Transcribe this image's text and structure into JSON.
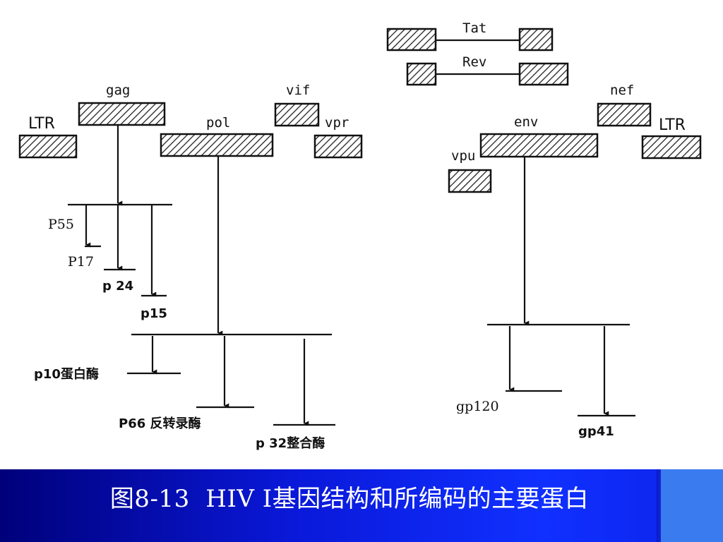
{
  "caption": "图8-13  HIV I基因结构和所编码的主要蛋白",
  "genes": {
    "ltr_left": "LTR",
    "gag": "gag",
    "pol": "pol",
    "vif": "vif",
    "vpr": "vpr",
    "tat": "Tat",
    "rev": "Rev",
    "nef": "nef",
    "env": "env",
    "vpu": "vpu",
    "ltr_right": "LTR"
  },
  "proteins": {
    "p55": "P55",
    "p17": "P17",
    "p24": "p 24",
    "p15": "p15",
    "p10": "p10蛋白酶",
    "p66": "P66 反转录酶",
    "p32": "p 32整合酶",
    "gp120": "gp120",
    "gp41": "gp41"
  },
  "colors": {
    "footer_dark": "#00007a",
    "footer_bright": "#1030ff",
    "footer_accent": "#3a7cf0"
  }
}
